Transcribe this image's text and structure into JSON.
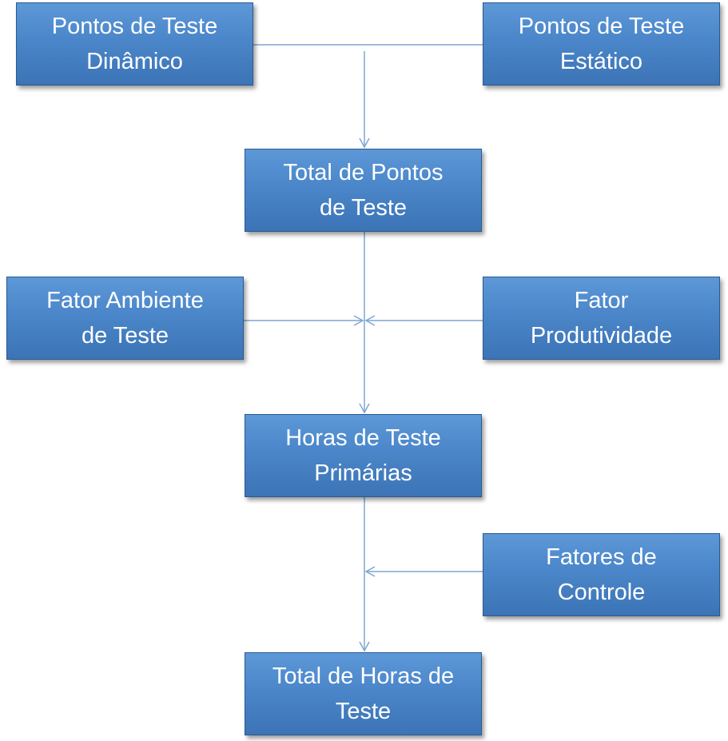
{
  "nodes": {
    "dynamic_points": {
      "line1": "Pontos de Teste",
      "line2": "Dinâmico"
    },
    "static_points": {
      "line1": "Pontos de Teste",
      "line2": "Estático"
    },
    "total_points": {
      "line1": "Total de Pontos",
      "line2": "de Teste"
    },
    "environment_factor": {
      "line1": "Fator Ambiente",
      "line2": "de Teste"
    },
    "productivity_factor": {
      "line1": "Fator",
      "line2": "Produtividade"
    },
    "primary_hours": {
      "line1": "Horas de Teste",
      "line2": "Primárias"
    },
    "control_factors": {
      "line1": "Fatores de",
      "line2": "Controle"
    },
    "total_hours": {
      "line1": "Total de Horas de",
      "line2": "Teste"
    }
  },
  "edges": [
    {
      "from": "dynamic_points",
      "to": "total_points"
    },
    {
      "from": "static_points",
      "to": "total_points"
    },
    {
      "from": "total_points",
      "to": "primary_hours"
    },
    {
      "from": "environment_factor",
      "to": "primary_hours"
    },
    {
      "from": "productivity_factor",
      "to": "primary_hours"
    },
    {
      "from": "primary_hours",
      "to": "total_hours"
    },
    {
      "from": "control_factors",
      "to": "total_hours"
    }
  ],
  "colors": {
    "box_fill_top": "#5d98d8",
    "box_fill_bottom": "#3c74b6",
    "box_border": "#2a5a8f",
    "box_text": "#ffffff",
    "connector": "#7ea6d3"
  }
}
